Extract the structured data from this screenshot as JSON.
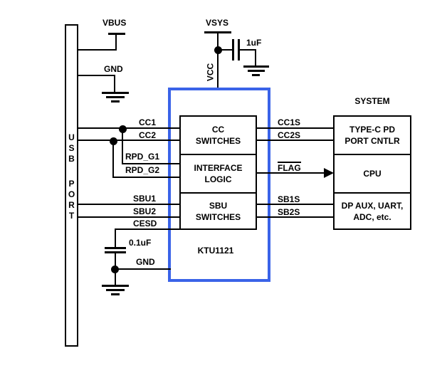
{
  "colors": {
    "chip_border": "#3a63e8",
    "wire": "#000000"
  },
  "usb_port": {
    "letters": [
      "U",
      "S",
      "B",
      "P",
      "O",
      "R",
      "T"
    ]
  },
  "power": {
    "vbus": "VBUS",
    "gnd_top": "GND",
    "vsys": "VSYS",
    "vcc": "VCC",
    "cap_vcc": "1uF",
    "cap_cesd": "0.1uF",
    "gnd_chip": "GND"
  },
  "chip": {
    "name": "KTU1121",
    "cc_block": [
      "CC",
      "SWITCHES"
    ],
    "interface_block": [
      "INTERFACE",
      "LOGIC"
    ],
    "sbu_block": [
      "SBU",
      "SWITCHES"
    ]
  },
  "signals": {
    "cc1": "CC1",
    "cc2": "CC2",
    "rpd_g1": "RPD_G1",
    "rpd_g2": "RPD_G2",
    "sbu1": "SBU1",
    "sbu2": "SBU2",
    "cesd": "CESD",
    "cc1s": "CC1S",
    "cc2s": "CC2S",
    "flag": "FLAG",
    "sb1s": "SB1S",
    "sb2s": "SB2S"
  },
  "system": {
    "label": "SYSTEM",
    "pd_block": [
      "TYPE-C PD",
      "PORT CNTLR"
    ],
    "cpu_block": "CPU",
    "aux_block": [
      "DP AUX, UART,",
      "ADC, etc."
    ]
  }
}
